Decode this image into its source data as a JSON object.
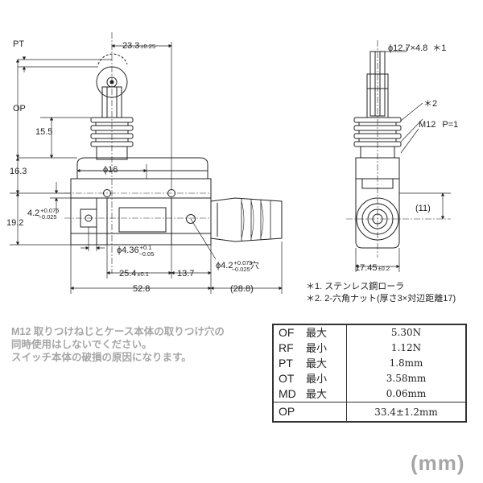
{
  "dims": {
    "pt": "PT",
    "op": "OP",
    "d23_3": "23.3",
    "d23_3_tol": "±0.25",
    "d15_5": "15.5",
    "d16_3": "16.3",
    "phi16": "ϕ16",
    "d4_2": "4.2",
    "d4_2_up": "+0.075",
    "d4_2_lo": "−0.025",
    "d19_2": "19.2",
    "phi4_36": "ϕ4.36",
    "phi4_36_up": "+0.1",
    "phi4_36_lo": "−0.05",
    "d25_4": "25.4",
    "d25_4_tol": "±0.1",
    "d13_7": "13.7",
    "d52_8": "52.8",
    "d28_8": "(28.8)",
    "phi4_2_hole": "ϕ4.2",
    "phi4_2_hole_up": "+0.075",
    "phi4_2_hole_lo": "−0.025",
    "hole_suffix": "穴",
    "roller_phi": "ϕ12.7×4.8",
    "star1": "＊1",
    "star2": "＊2",
    "m12": "M12",
    "pitch": "P=1",
    "d11": "(11)",
    "d17_45": "17.45",
    "d17_45_tol": "±0.2"
  },
  "notes": {
    "n1": "＊1. ステンレス鋼ローラ",
    "n2": "＊2. 2-六角ナット(厚さ3×対辺距離17)"
  },
  "warning": [
    "M12 取りつけねじとケース本体の取りつけ穴の",
    "同時使用はしないでください。",
    "スイッチ本体の破損の原因になります。"
  ],
  "specs": [
    {
      "label": "OF",
      "qual": "最大",
      "value": "5.30N"
    },
    {
      "label": "RF",
      "qual": "最小",
      "value": "1.12N"
    },
    {
      "label": "PT",
      "qual": "最大",
      "value": "1.8mm"
    },
    {
      "label": "OT",
      "qual": "最小",
      "value": "3.58mm"
    },
    {
      "label": "MD",
      "qual": "最大",
      "value": "0.06mm"
    }
  ],
  "op_spec": {
    "label": "OP",
    "value": "33.4±1.2mm"
  },
  "unit": "(mm)"
}
